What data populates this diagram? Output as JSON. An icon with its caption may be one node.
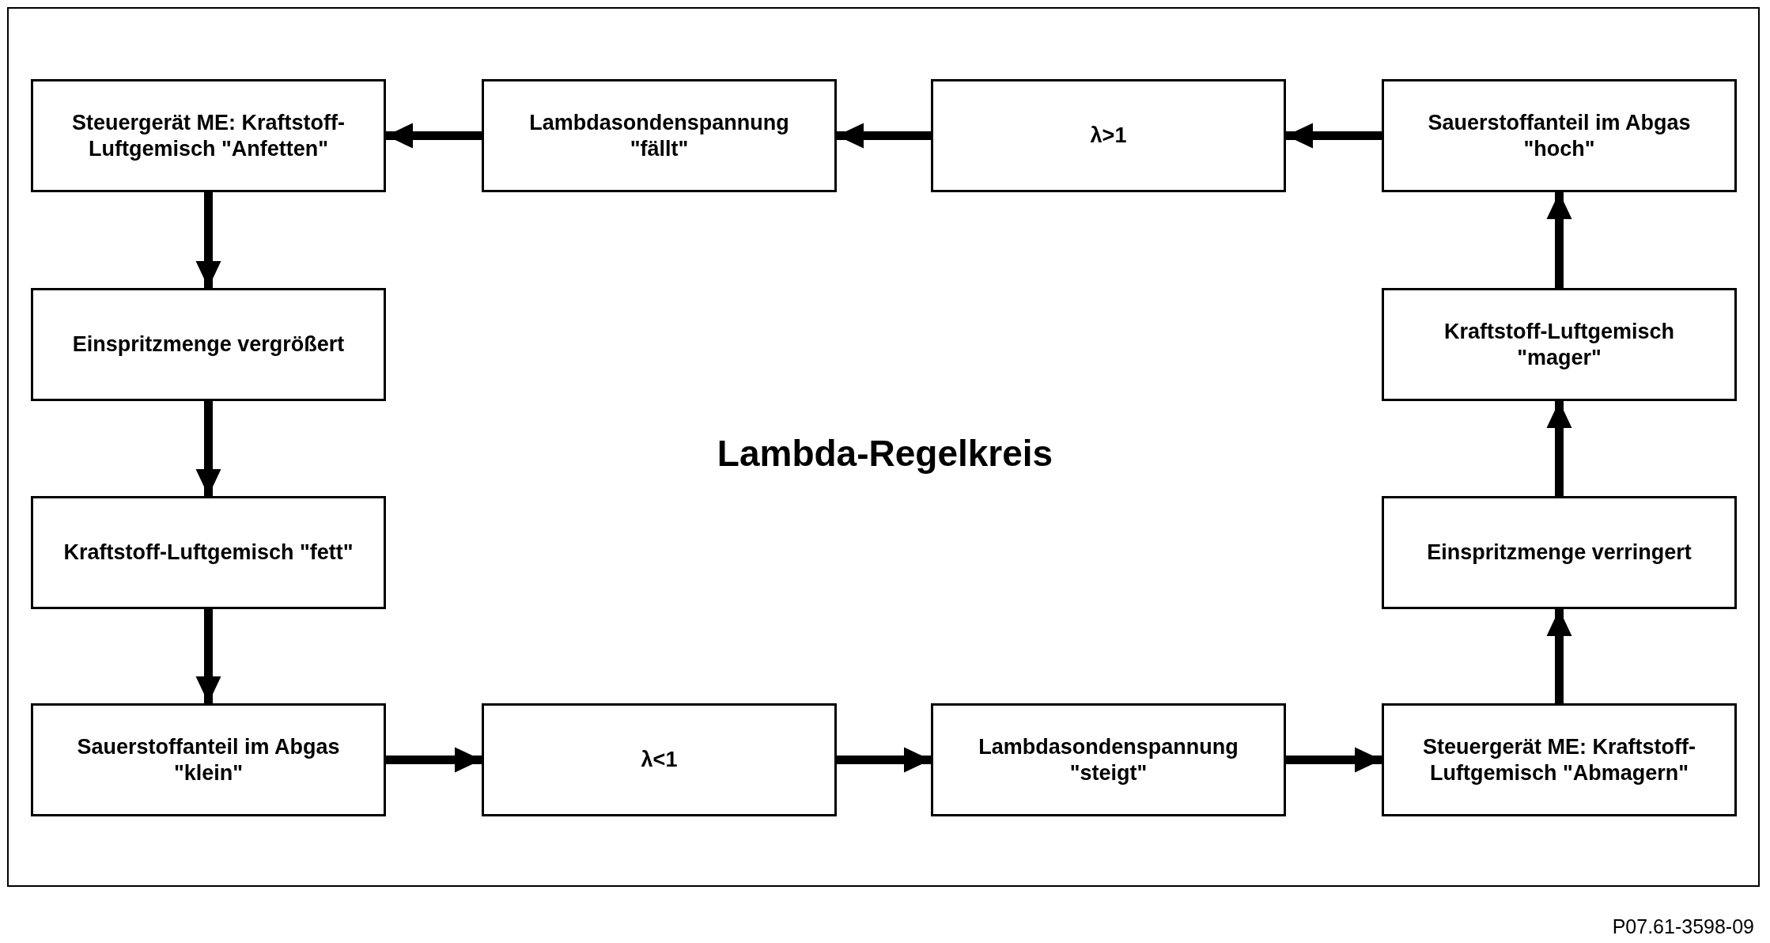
{
  "diagram": {
    "title": "Lambda-Regelkreis",
    "nodes": [
      {
        "text": [
          "Steuergerät ME: Kraftstoff-Luftgemisch \"Anfetten\""
        ]
      },
      {
        "text": [
          "Lambdasondenspannung \"fällt\""
        ]
      },
      {
        "text": [
          "λ>1"
        ]
      },
      {
        "text": [
          "Sauerstoffanteil im Abgas \"hoch\""
        ]
      },
      {
        "text": [
          "Einspritzmenge vergrößert"
        ]
      },
      {
        "text": [
          "Kraftstoff-Luftgemisch \"mager\""
        ]
      },
      {
        "text": [
          "Kraftstoff-Luftgemisch \"fett\""
        ]
      },
      {
        "text": [
          "Einspritzmenge verringert"
        ]
      },
      {
        "text": [
          "Sauerstoffanteil im Abgas \"klein\""
        ]
      },
      {
        "text": [
          "λ<1"
        ]
      },
      {
        "text": [
          "Lambdasondenspannung \"steigt\""
        ]
      },
      {
        "text": [
          "Steuergerät ME: Kraftstoff-Luftgemisch \"Abmagern\""
        ]
      }
    ],
    "edges": [
      {
        "from": 3,
        "to": 2,
        "arrow": "to"
      },
      {
        "from": 2,
        "to": 1,
        "arrow": "to"
      },
      {
        "from": 1,
        "to": 0,
        "arrow": "to"
      },
      {
        "from": 0,
        "to": 4,
        "arrow": "to"
      },
      {
        "from": 4,
        "to": 6,
        "arrow": "to"
      },
      {
        "from": 6,
        "to": 8,
        "arrow": "to"
      },
      {
        "from": 8,
        "to": 9,
        "arrow": "to"
      },
      {
        "from": 9,
        "to": 10,
        "arrow": "to"
      },
      {
        "from": 10,
        "to": 11,
        "arrow": "to"
      },
      {
        "from": 11,
        "to": 7,
        "arrow": "to"
      },
      {
        "from": 7,
        "to": 5,
        "arrow": "to"
      },
      {
        "from": 5,
        "to": 3,
        "arrow": "to"
      }
    ],
    "labels": [
      "P07.61-3598-09"
    ]
  }
}
